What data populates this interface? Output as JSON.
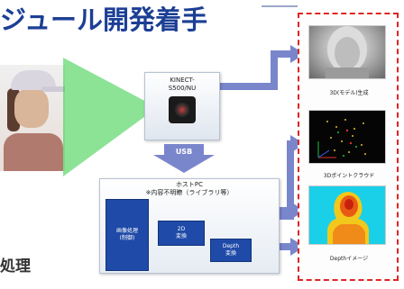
{
  "title": "ジュール開発着手",
  "bottom_left_label": "処理",
  "camera": {
    "label": "KINECT-\nS500/NU"
  },
  "usb": {
    "label": "USB"
  },
  "pc": {
    "label": "ホストPC\n※内容不明瞭（ライブラリ等）",
    "modules": {
      "main": "画像処理\n(制御)",
      "two_d": "2D\n変換",
      "depth": "Depth\n変換"
    }
  },
  "outputs": [
    {
      "caption": "3D(モデル)生成",
      "kind": "face-model"
    },
    {
      "caption": "3Dポイントクラウド",
      "kind": "point-cloud"
    },
    {
      "caption": "Depthイメージ",
      "kind": "depth-image"
    }
  ],
  "colors": {
    "title": "#1c3f95",
    "arrow": "#7a86cc",
    "module": "#1f4aa8",
    "dashed_border": "#e02525",
    "view_cone": "#2ecc40"
  }
}
